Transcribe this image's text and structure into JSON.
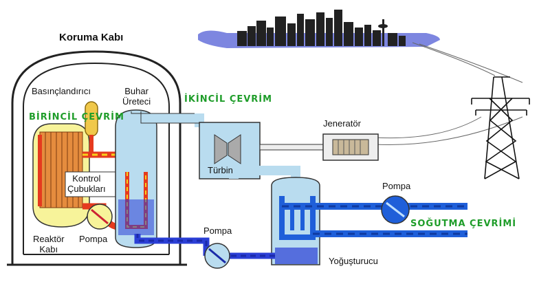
{
  "labels": {
    "containment": "Koruma Kabı",
    "pressurizer": "Basınçlandırıcı",
    "steam_gen_line1": "Buhar",
    "steam_gen_line2": "Üreteci",
    "primary_cycle": "BİRİNCİL ÇEVRİM",
    "secondary_cycle": "İKİNCİL ÇEVRİM",
    "control_rods_line1": "Kontrol",
    "control_rods_line2": "Çubukları",
    "reactor_line1": "Reaktör",
    "reactor_line2": "Kabı",
    "primary_pump": "Pompa",
    "turbine": "Türbin",
    "generator": "Jeneratör",
    "secondary_pump": "Pompa",
    "cooling_pump": "Pompa",
    "cooling_cycle": "SOĞUTMA ÇEVRİMİ",
    "condenser": "Yoğuşturucu"
  },
  "colors": {
    "primary_loop": "#e53a1e",
    "primary_dash": "#f7d21b",
    "secondary_water": "#2b3fd6",
    "secondary_dash": "#1a2aa8",
    "steam": "#b9dcef",
    "cooling": "#1f5fd9",
    "cycle_label": "#1f9d2a",
    "reactor_vessel": "#f7f39a",
    "core": "#e58c3e",
    "skyline": "#222222",
    "sky_band": "#7d86e0"
  },
  "icons": [
    "pump-icon",
    "turbine-icon",
    "generator-icon",
    "power-tower-icon",
    "city-skyline-icon"
  ]
}
